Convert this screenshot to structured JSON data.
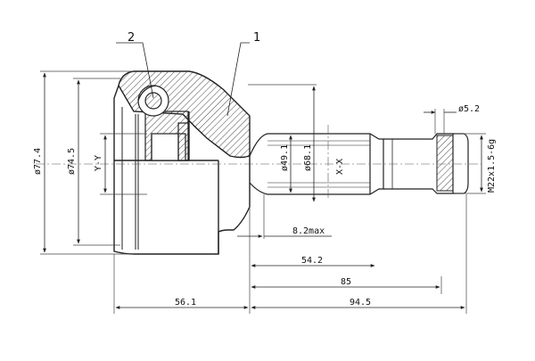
{
  "drawing": {
    "callouts": [
      "2",
      "1"
    ],
    "dimensions": {
      "d_outer": "ø77.4",
      "d_body": "ø74.5",
      "axis_y": "Y-Y",
      "axis_x": "X-X",
      "d_shaft": "ø49.1",
      "d_bell": "ø68.1",
      "d_pin": "ø5.2",
      "thread": "M22x1.5-6g",
      "len_8_2": "8.2max",
      "len_54_2": "54.2",
      "len_85": "85",
      "len_56_1": "56.1",
      "len_94_5": "94.5"
    },
    "colors": {
      "line": "#222222",
      "hatch": "#333333",
      "background": "#ffffff"
    }
  }
}
